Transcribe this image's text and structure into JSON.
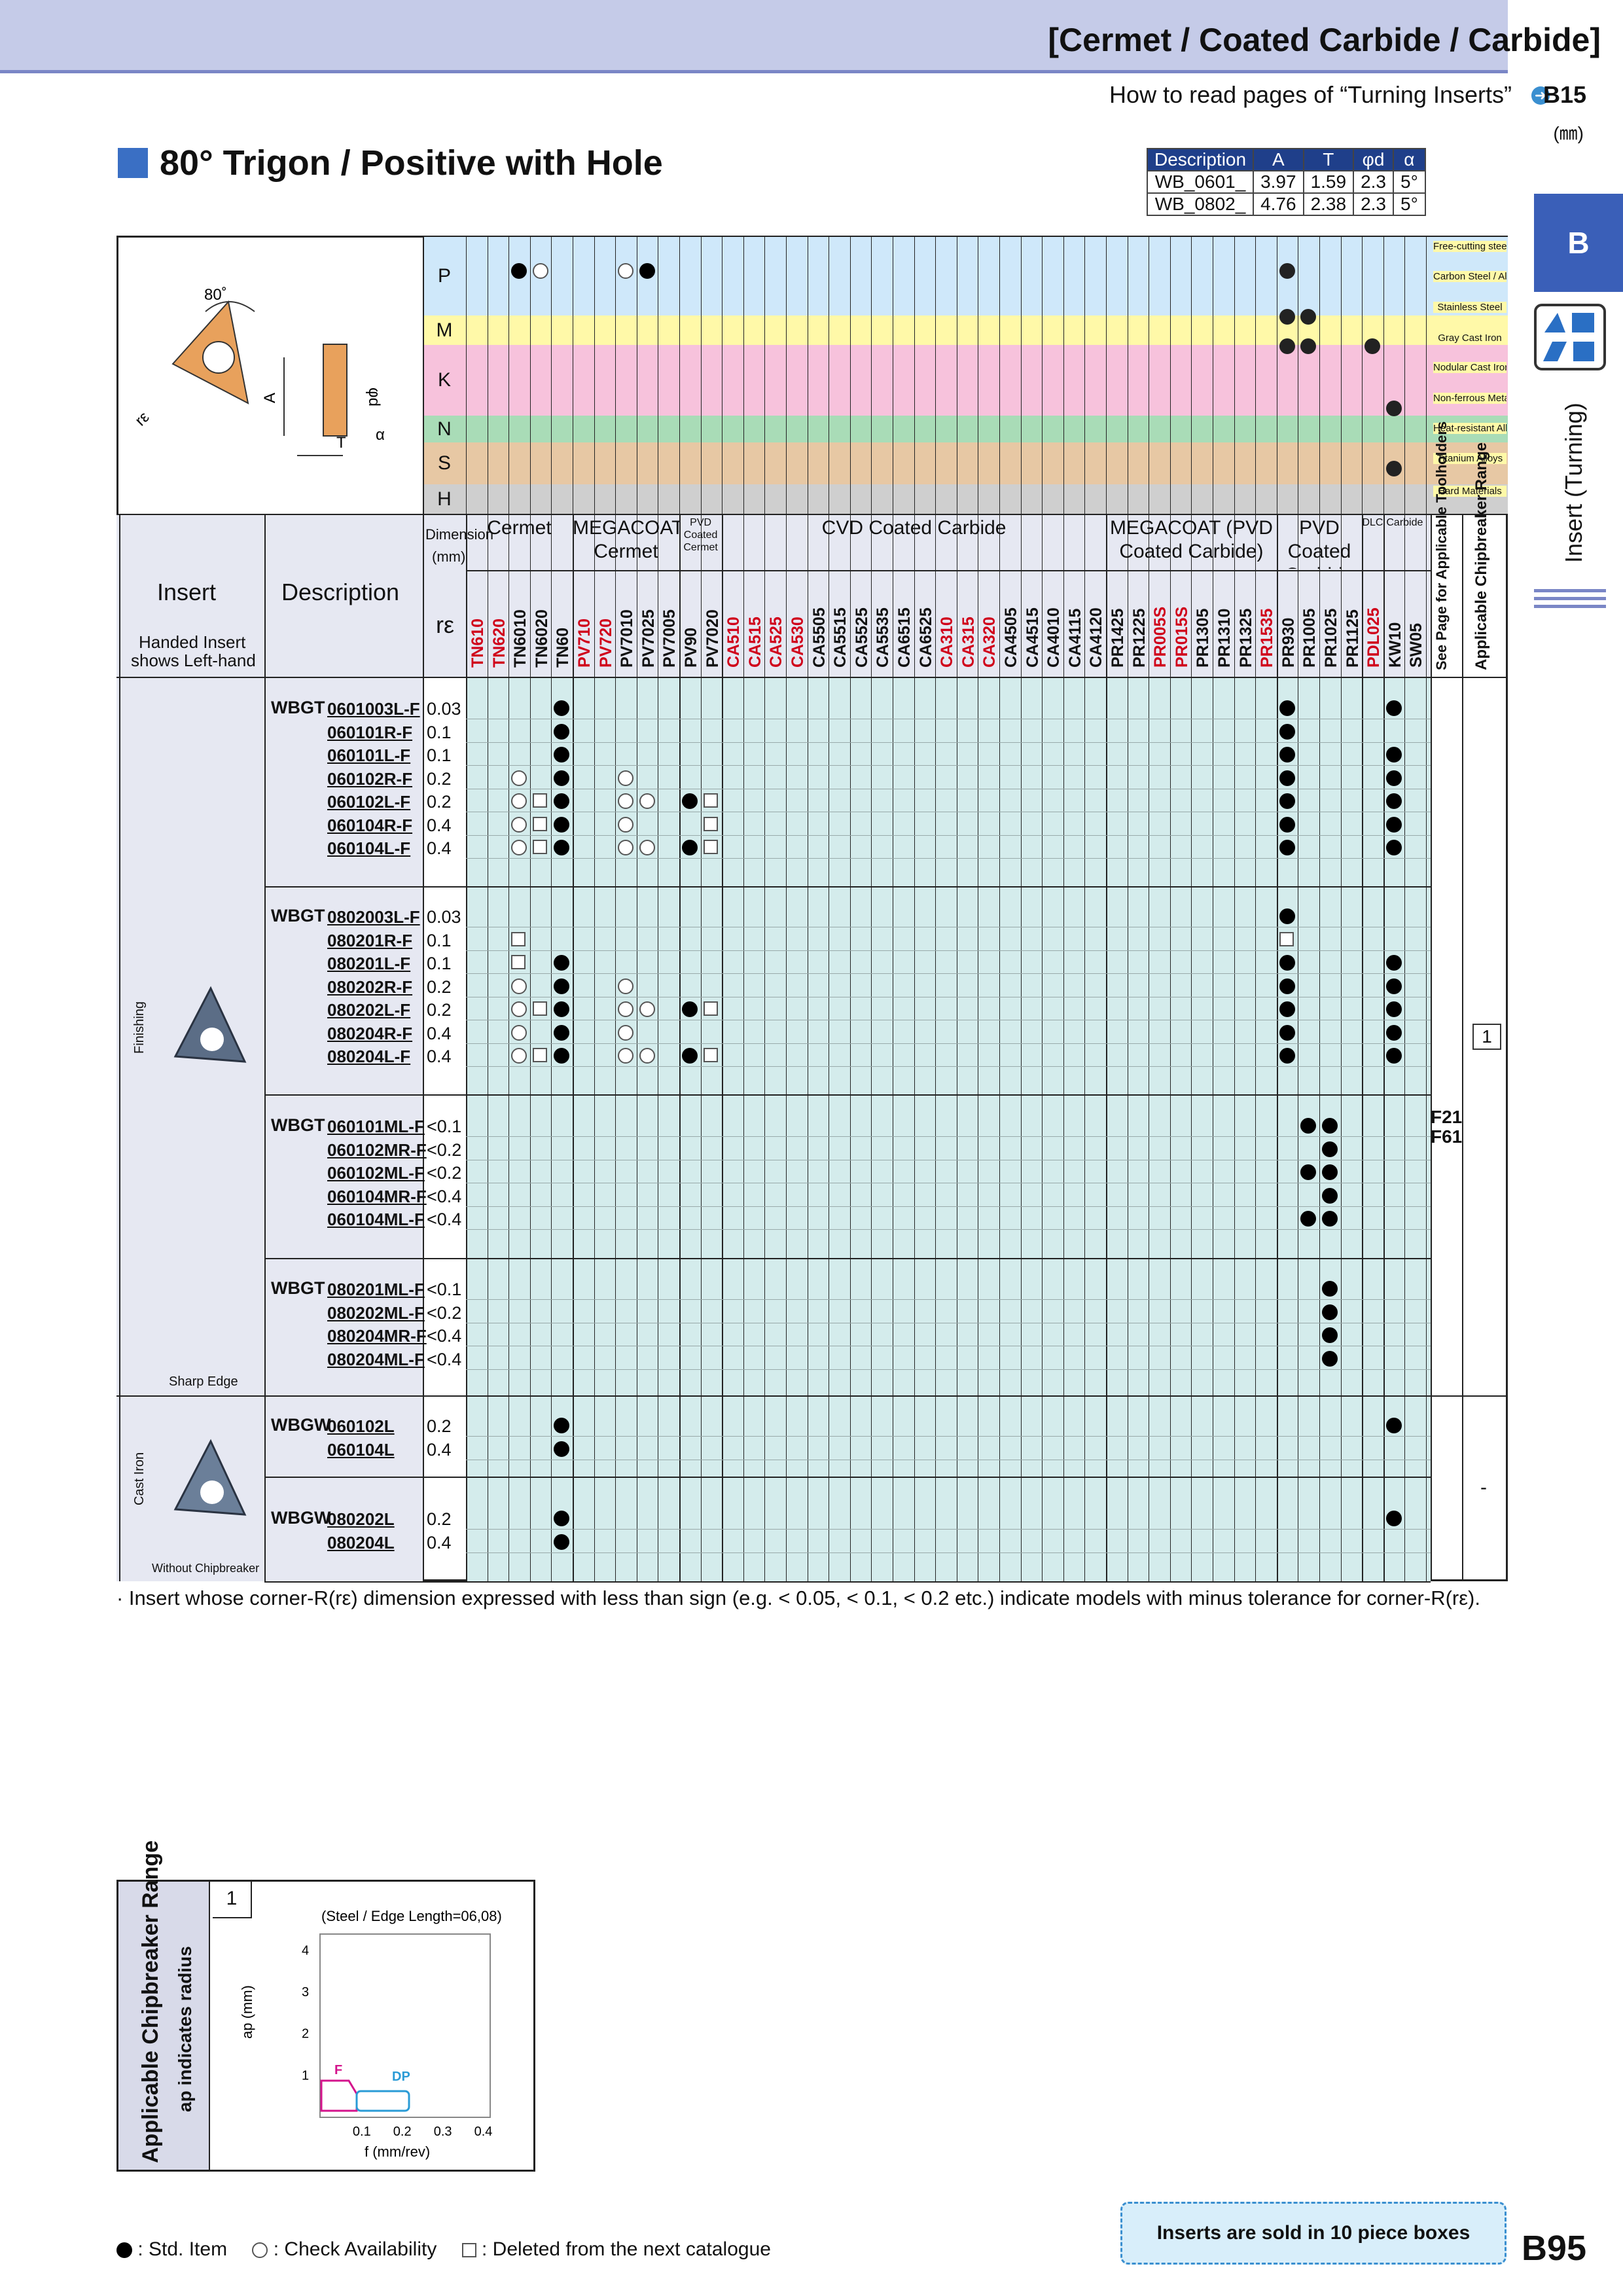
{
  "header": {
    "title": "[Cermet / Coated Carbide / Carbide]",
    "howto": "How to read pages of “Turning Inserts”",
    "howto_ref": "B15",
    "unit": "(㎜)"
  },
  "page_title": "80° Trigon / Positive with Hole",
  "dim_table": {
    "headers": [
      "Description",
      "A",
      "T",
      "φd",
      "α"
    ],
    "rows": [
      [
        "WB_0601_",
        "3.97",
        "1.59",
        "2.3",
        "5°"
      ],
      [
        "WB_0802_",
        "4.76",
        "2.38",
        "2.3",
        "5°"
      ]
    ]
  },
  "side": {
    "tab": "B",
    "label": "Insert (Turning)"
  },
  "diagram": {
    "angle": "80˚",
    "A": "A",
    "T": "T",
    "phid": "φd",
    "alpha": "α",
    "re": "rε"
  },
  "materials": [
    {
      "code": "P",
      "color": "#cfe8fa"
    },
    {
      "code": "M",
      "color": "#fff9a8"
    },
    {
      "code": "K",
      "color": "#f7c2dc"
    },
    {
      "code": "N",
      "color": "#a9dcb7"
    },
    {
      "code": "S",
      "color": "#e7c8a4"
    },
    {
      "code": "H",
      "color": "#cfcfcf"
    }
  ],
  "work_materials": [
    "Free-cutting steel",
    "Carbon Steel / Alloy Steel",
    "Stainless Steel",
    "Gray Cast Iron",
    "Nodular Cast Iron",
    "Non-ferrous Metals",
    "Heat-resistant Alloys",
    "Titanium Alloys",
    "Hard Materials"
  ],
  "col_headers": {
    "insert": "Insert",
    "handed": "Handed Insert",
    "handed2": "shows Left-hand",
    "description": "Description",
    "dimension": "Dimension",
    "mm": "(mm)",
    "re": "rε",
    "groups": [
      "Cermet",
      "MEGACOAT Cermet",
      "PVD Coated Cermet",
      "CVD Coated Carbide",
      "MEGACOAT (PVD Coated Carbide)",
      "PVD Coated Carbide",
      "DLC",
      "Carbide"
    ],
    "see_page": "See Page for Applicable Toolholders",
    "chipbreaker": "Applicable Chipbreaker Range"
  },
  "grades": [
    {
      "n": "TN610",
      "c": "#d0021b"
    },
    {
      "n": "TN620",
      "c": "#d0021b"
    },
    {
      "n": "TN6010",
      "c": "#111"
    },
    {
      "n": "TN6020",
      "c": "#111"
    },
    {
      "n": "TN60",
      "c": "#111"
    },
    {
      "n": "PV710",
      "c": "#d0021b"
    },
    {
      "n": "PV720",
      "c": "#d0021b"
    },
    {
      "n": "PV7010",
      "c": "#111"
    },
    {
      "n": "PV7025",
      "c": "#111"
    },
    {
      "n": "PV7005",
      "c": "#111"
    },
    {
      "n": "PV90",
      "c": "#111"
    },
    {
      "n": "PV7020",
      "c": "#111"
    },
    {
      "n": "CA510",
      "c": "#d0021b"
    },
    {
      "n": "CA515",
      "c": "#d0021b"
    },
    {
      "n": "CA525",
      "c": "#d0021b"
    },
    {
      "n": "CA530",
      "c": "#d0021b"
    },
    {
      "n": "CA5505",
      "c": "#111"
    },
    {
      "n": "CA5515",
      "c": "#111"
    },
    {
      "n": "CA5525",
      "c": "#111"
    },
    {
      "n": "CA5535",
      "c": "#111"
    },
    {
      "n": "CA6515",
      "c": "#111"
    },
    {
      "n": "CA6525",
      "c": "#111"
    },
    {
      "n": "CA310",
      "c": "#d0021b"
    },
    {
      "n": "CA315",
      "c": "#d0021b"
    },
    {
      "n": "CA320",
      "c": "#d0021b"
    },
    {
      "n": "CA4505",
      "c": "#111"
    },
    {
      "n": "CA4515",
      "c": "#111"
    },
    {
      "n": "CA4010",
      "c": "#111"
    },
    {
      "n": "CA4115",
      "c": "#111"
    },
    {
      "n": "CA4120",
      "c": "#111"
    },
    {
      "n": "PR1425",
      "c": "#111"
    },
    {
      "n": "PR1225",
      "c": "#111"
    },
    {
      "n": "PR005S",
      "c": "#d0021b"
    },
    {
      "n": "PR015S",
      "c": "#d0021b"
    },
    {
      "n": "PR1305",
      "c": "#111"
    },
    {
      "n": "PR1310",
      "c": "#111"
    },
    {
      "n": "PR1325",
      "c": "#111"
    },
    {
      "n": "PR1535",
      "c": "#d0021b"
    },
    {
      "n": "PR930",
      "c": "#111"
    },
    {
      "n": "PR1005",
      "c": "#111"
    },
    {
      "n": "PR1025",
      "c": "#111"
    },
    {
      "n": "PR1125",
      "c": "#111"
    },
    {
      "n": "PDL025",
      "c": "#d0021b"
    },
    {
      "n": "KW10",
      "c": "#111"
    },
    {
      "n": "SW05",
      "c": "#111"
    }
  ],
  "sections": [
    {
      "group": "WBGT",
      "rows": [
        [
          "0601003L-F",
          "0.03"
        ],
        [
          "060101R-F",
          "0.1"
        ],
        [
          "060101L-F",
          "0.1"
        ],
        [
          "060102R-F",
          "0.2"
        ],
        [
          "060102L-F",
          "0.2"
        ],
        [
          "060104R-F",
          "0.4"
        ],
        [
          "060104L-F",
          "0.4"
        ]
      ]
    },
    {
      "group": "WBGT",
      "rows": [
        [
          "0802003L-F",
          "0.03"
        ],
        [
          "080201R-F",
          "0.1"
        ],
        [
          "080201L-F",
          "0.1"
        ],
        [
          "080202R-F",
          "0.2"
        ],
        [
          "080202L-F",
          "0.2"
        ],
        [
          "080204R-F",
          "0.4"
        ],
        [
          "080204L-F",
          "0.4"
        ]
      ]
    },
    {
      "group": "WBGT",
      "rows": [
        [
          "060101ML-F",
          "<0.1"
        ],
        [
          "060102MR-F",
          "<0.2"
        ],
        [
          "060102ML-F",
          "<0.2"
        ],
        [
          "060104MR-F",
          "<0.4"
        ],
        [
          "060104ML-F",
          "<0.4"
        ]
      ]
    },
    {
      "group": "WBGT",
      "rows": [
        [
          "080201ML-F",
          "<0.1"
        ],
        [
          "080202ML-F",
          "<0.2"
        ],
        [
          "080204MR-F",
          "<0.4"
        ],
        [
          "080204ML-F",
          "<0.4"
        ]
      ]
    },
    {
      "group": "WBGW",
      "rows": [
        [
          "060102L",
          "0.2"
        ],
        [
          "060104L",
          "0.4"
        ]
      ]
    },
    {
      "group": "WBGW",
      "rows": [
        [
          "080202L",
          "0.2"
        ],
        [
          "080204L",
          "0.4"
        ]
      ]
    }
  ],
  "left_labels": {
    "finishing": "Finishing",
    "sharp_edge": "Sharp Edge",
    "cast_iron": "Cast Iron",
    "without_cb": "Without Chipbreaker"
  },
  "holder_pages": "F21\nF61",
  "cb_ref": "1",
  "cb_dash": "-",
  "footnote": "· Insert whose corner-R(rε) dimension expressed with less than sign (e.g. < 0.05, < 0.1, < 0.2 etc.) indicate models with minus tolerance for corner-R(rε).",
  "chipbreaker_chart": {
    "title": "Applicable Chipbreaker Range",
    "subtitle": "ap indicates radius",
    "ref": "1",
    "note": "(Steel / Edge Length=06,08)",
    "xlabel": "f (mm/rev)",
    "ylabel": "ap (mm)",
    "xticks": [
      "0.1",
      "0.2",
      "0.3",
      "0.4"
    ],
    "yticks": [
      "1",
      "2",
      "3",
      "4"
    ],
    "regions": [
      {
        "name": "F",
        "color": "#d4148c"
      },
      {
        "name": "DP",
        "color": "#2a9bd6"
      }
    ]
  },
  "legend": {
    "std": ": Std. Item",
    "check": ": Check Availability",
    "deleted": ": Deleted from the next catalogue"
  },
  "box_note": "Inserts are sold in 10 piece boxes",
  "page_no": "B95"
}
